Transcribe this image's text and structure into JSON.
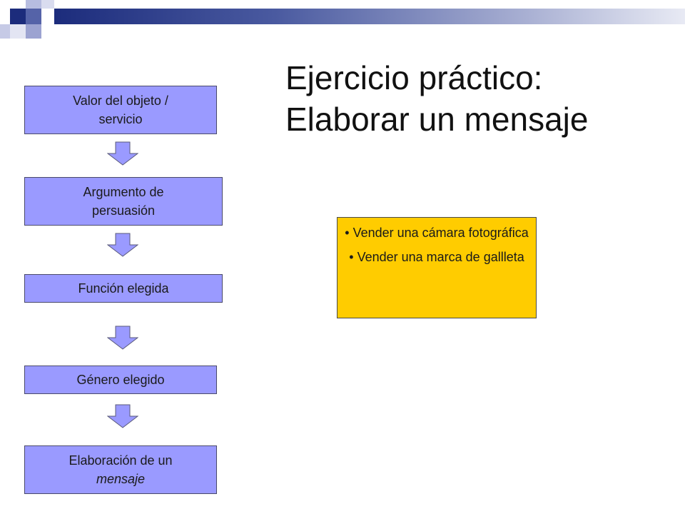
{
  "slide": {
    "title_lines": [
      "Ejercicio práctico:",
      "Elaborar un mensaje"
    ],
    "flow": [
      {
        "lines": [
          "Valor del objeto /",
          "servicio"
        ]
      },
      {
        "lines": [
          "Argumento de",
          "persuasión"
        ]
      },
      {
        "lines": [
          "Función elegida"
        ]
      },
      {
        "lines": [
          "Género elegido"
        ]
      },
      {
        "line1": "Elaboración de un",
        "line2": "mensaje"
      }
    ],
    "side_box": {
      "items": [
        {
          "bullet": "•",
          "text": "Vender una cámara fotográfica"
        },
        {
          "bullet": "•",
          "text": "Vender una marca de gallleta"
        }
      ]
    }
  },
  "colors": {
    "flow_fill": "#9a9aff",
    "arrow_fill": "#9a9aff",
    "side_fill": "#ffcc00",
    "title_bar": "#1c2c7c"
  }
}
